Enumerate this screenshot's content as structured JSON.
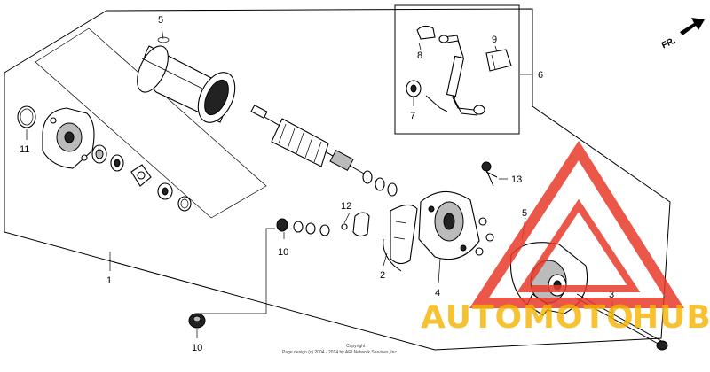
{
  "callouts": [
    {
      "id": "c1",
      "text": "1"
    },
    {
      "id": "c2",
      "text": "2"
    },
    {
      "id": "c3",
      "text": "3"
    },
    {
      "id": "c4",
      "text": "4"
    },
    {
      "id": "c5a",
      "text": "5"
    },
    {
      "id": "c5b",
      "text": "5"
    },
    {
      "id": "c6",
      "text": "6"
    },
    {
      "id": "c7",
      "text": "7"
    },
    {
      "id": "c8",
      "text": "8"
    },
    {
      "id": "c9",
      "text": "9"
    },
    {
      "id": "c10a",
      "text": "10"
    },
    {
      "id": "c10b",
      "text": "10"
    },
    {
      "id": "c11",
      "text": "11"
    },
    {
      "id": "c12",
      "text": "12"
    },
    {
      "id": "c13",
      "text": "13"
    }
  ],
  "direction_label": "FR.",
  "copyright": {
    "line1": "Copyright",
    "line2": "Page design (c) 2004 - 2014 by ARI Network Services, Inc."
  },
  "watermark": {
    "part1": "AUTOMOTO",
    "part2": "HUB",
    "color1": "#f5b400",
    "color2": "#f5b400",
    "logo_color": "#e83a2a"
  }
}
